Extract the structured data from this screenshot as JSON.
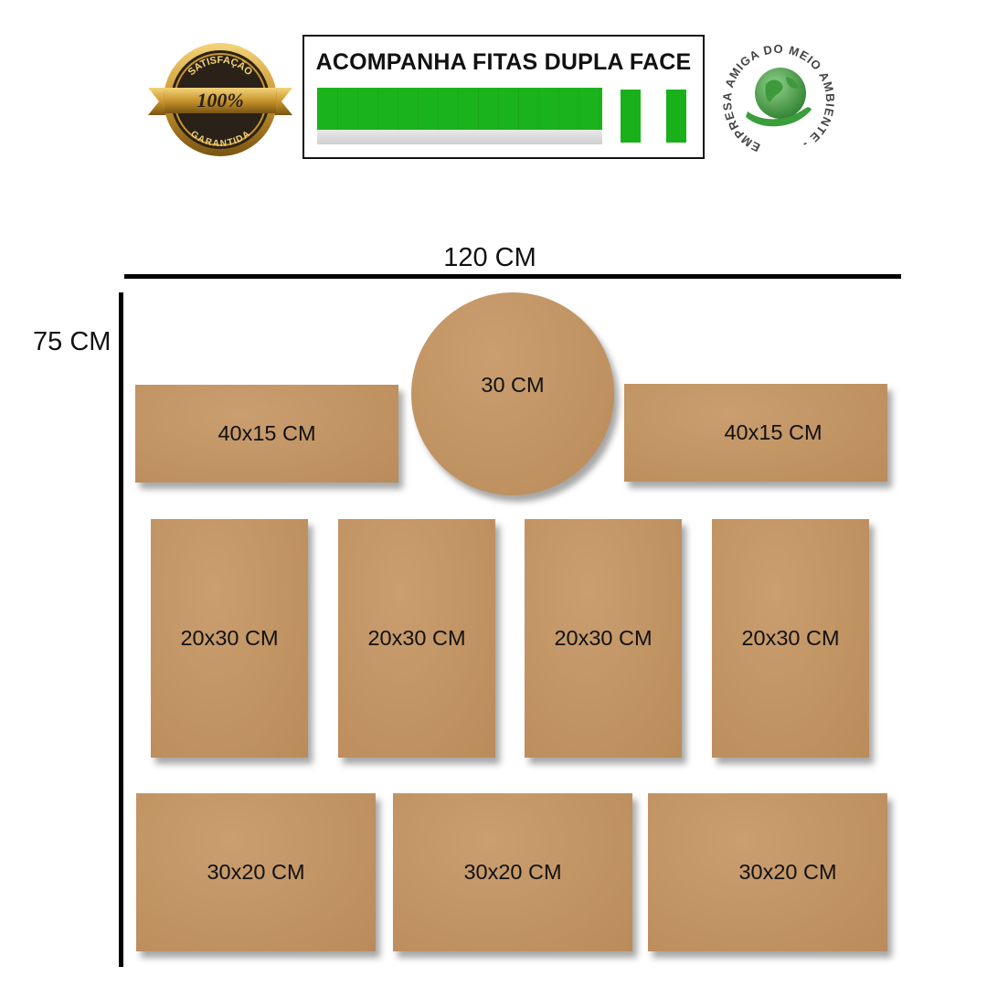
{
  "badge": {
    "top_text": "SATISFAÇÃO",
    "center_text": "100%",
    "bottom_text": "GARANTIDA",
    "colors": {
      "gold": "#c8962e",
      "dark": "#2a2118"
    }
  },
  "tape_box": {
    "title": "ACOMPANHA FITAS DUPLA FACE",
    "tape_color": "#1bb31b"
  },
  "eco_seal": {
    "ring_text": "EMPRESA AMIGA DO MEIO AMBIENTE -",
    "colors": {
      "text": "#444444",
      "green": "#3a9e3a"
    }
  },
  "dimensions": {
    "width_label": "120 CM",
    "height_label": "75 CM"
  },
  "boards": {
    "row1_left": "40x15 CM",
    "circle": "30 CM",
    "row1_right": "40x15 CM",
    "row2": [
      "20x30 CM",
      "20x30 CM",
      "20x30 CM",
      "20x30 CM"
    ],
    "row3": [
      "30x20 CM",
      "30x20 CM",
      "30x20 CM"
    ],
    "mdf_color": "#c4935f"
  }
}
